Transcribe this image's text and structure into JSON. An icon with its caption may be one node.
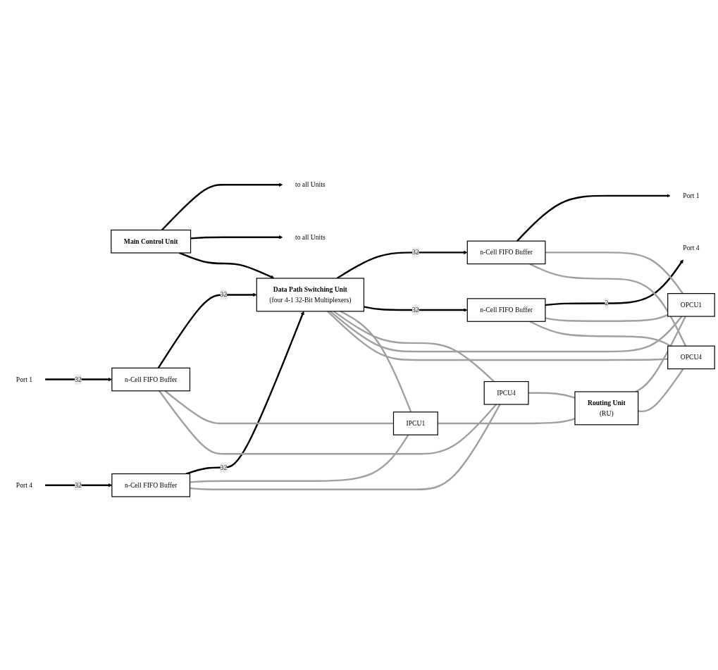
{
  "diagram": {
    "nodes": [
      {
        "text": [
          "Main Control Unit"
        ]
      },
      {
        "text": [
          "to all Units"
        ]
      },
      {
        "text": [
          "to all Units"
        ]
      },
      {
        "text": [
          "Port 1"
        ]
      },
      {
        "text": [
          "n-Cell FIFO Buffer"
        ]
      },
      {
        "text": [
          "Port 4"
        ]
      },
      {
        "text": [
          "n-Cell FIFO Buffer"
        ]
      },
      {
        "text": [
          "Data Path Switching Unit",
          "(four 4-1 32-Bit Multiplexers)"
        ]
      },
      {
        "text": [
          "n-Cell FIFO Buffer"
        ]
      },
      {
        "text": [
          "Port 1"
        ]
      },
      {
        "text": [
          "n-Cell FIFO Buffer"
        ]
      },
      {
        "text": [
          "Port 4"
        ]
      },
      {
        "text": [
          "IPCU1"
        ]
      },
      {
        "text": [
          "Routing Unit",
          "(RU)"
        ]
      },
      {
        "text": [
          "OPCU1"
        ]
      },
      {
        "text": [
          "IPCU4"
        ]
      },
      {
        "text": [
          "OPCU4"
        ]
      }
    ],
    "edges": [
      {
        "from": 0,
        "to": 1,
        "arrow": "to",
        "color": "#000000"
      },
      {
        "from": 0,
        "to": 2,
        "arrow": "to",
        "color": "#000000"
      },
      {
        "from": 0,
        "to": 7,
        "arrow": "to",
        "color": "#000000"
      },
      {
        "from": 3,
        "to": 4,
        "label": "32",
        "arrow": "to",
        "color": "#000000"
      },
      {
        "from": 4,
        "to": 7,
        "label": "32",
        "arrow": "to",
        "color": "#000000"
      },
      {
        "from": 5,
        "to": 6,
        "label": "32",
        "arrow": "to",
        "color": "#000000"
      },
      {
        "from": 6,
        "to": 7,
        "label": "32",
        "arrow": "to",
        "color": "#000000"
      },
      {
        "from": 7,
        "to": 8,
        "label": "32",
        "arrow": "to",
        "color": "#000000"
      },
      {
        "from": 8,
        "to": 9,
        "arrow": "to",
        "color": "#000000"
      },
      {
        "from": 7,
        "to": 10,
        "label": "32",
        "arrow": "to",
        "color": "#000000"
      },
      {
        "from": 10,
        "to": 11,
        "label": "2",
        "arrow": "to",
        "color": "#000000"
      },
      {
        "from": 4,
        "to": 12,
        "arrow": "none"
      },
      {
        "from": 6,
        "to": 12,
        "arrow": "none"
      },
      {
        "from": 7,
        "to": 12,
        "arrow": "none"
      },
      {
        "from": 4,
        "to": 15,
        "arrow": "none"
      },
      {
        "from": 6,
        "to": 15,
        "arrow": "none"
      },
      {
        "from": 7,
        "to": 15,
        "arrow": "none"
      },
      {
        "from": 8,
        "to": 14,
        "arrow": "none"
      },
      {
        "from": 10,
        "to": 14,
        "arrow": "none"
      },
      {
        "from": 7,
        "to": 14,
        "arrow": "none"
      },
      {
        "from": 8,
        "to": 16,
        "arrow": "none"
      },
      {
        "from": 10,
        "to": 16,
        "arrow": "none"
      },
      {
        "from": 7,
        "to": 16,
        "arrow": "none"
      },
      {
        "from": 12,
        "to": 13,
        "arrow": "none"
      },
      {
        "from": 15,
        "to": 13,
        "arrow": "none"
      },
      {
        "from": 13,
        "to": 14,
        "arrow": "none"
      },
      {
        "from": 13,
        "to": 16,
        "arrow": "none"
      }
    ]
  }
}
